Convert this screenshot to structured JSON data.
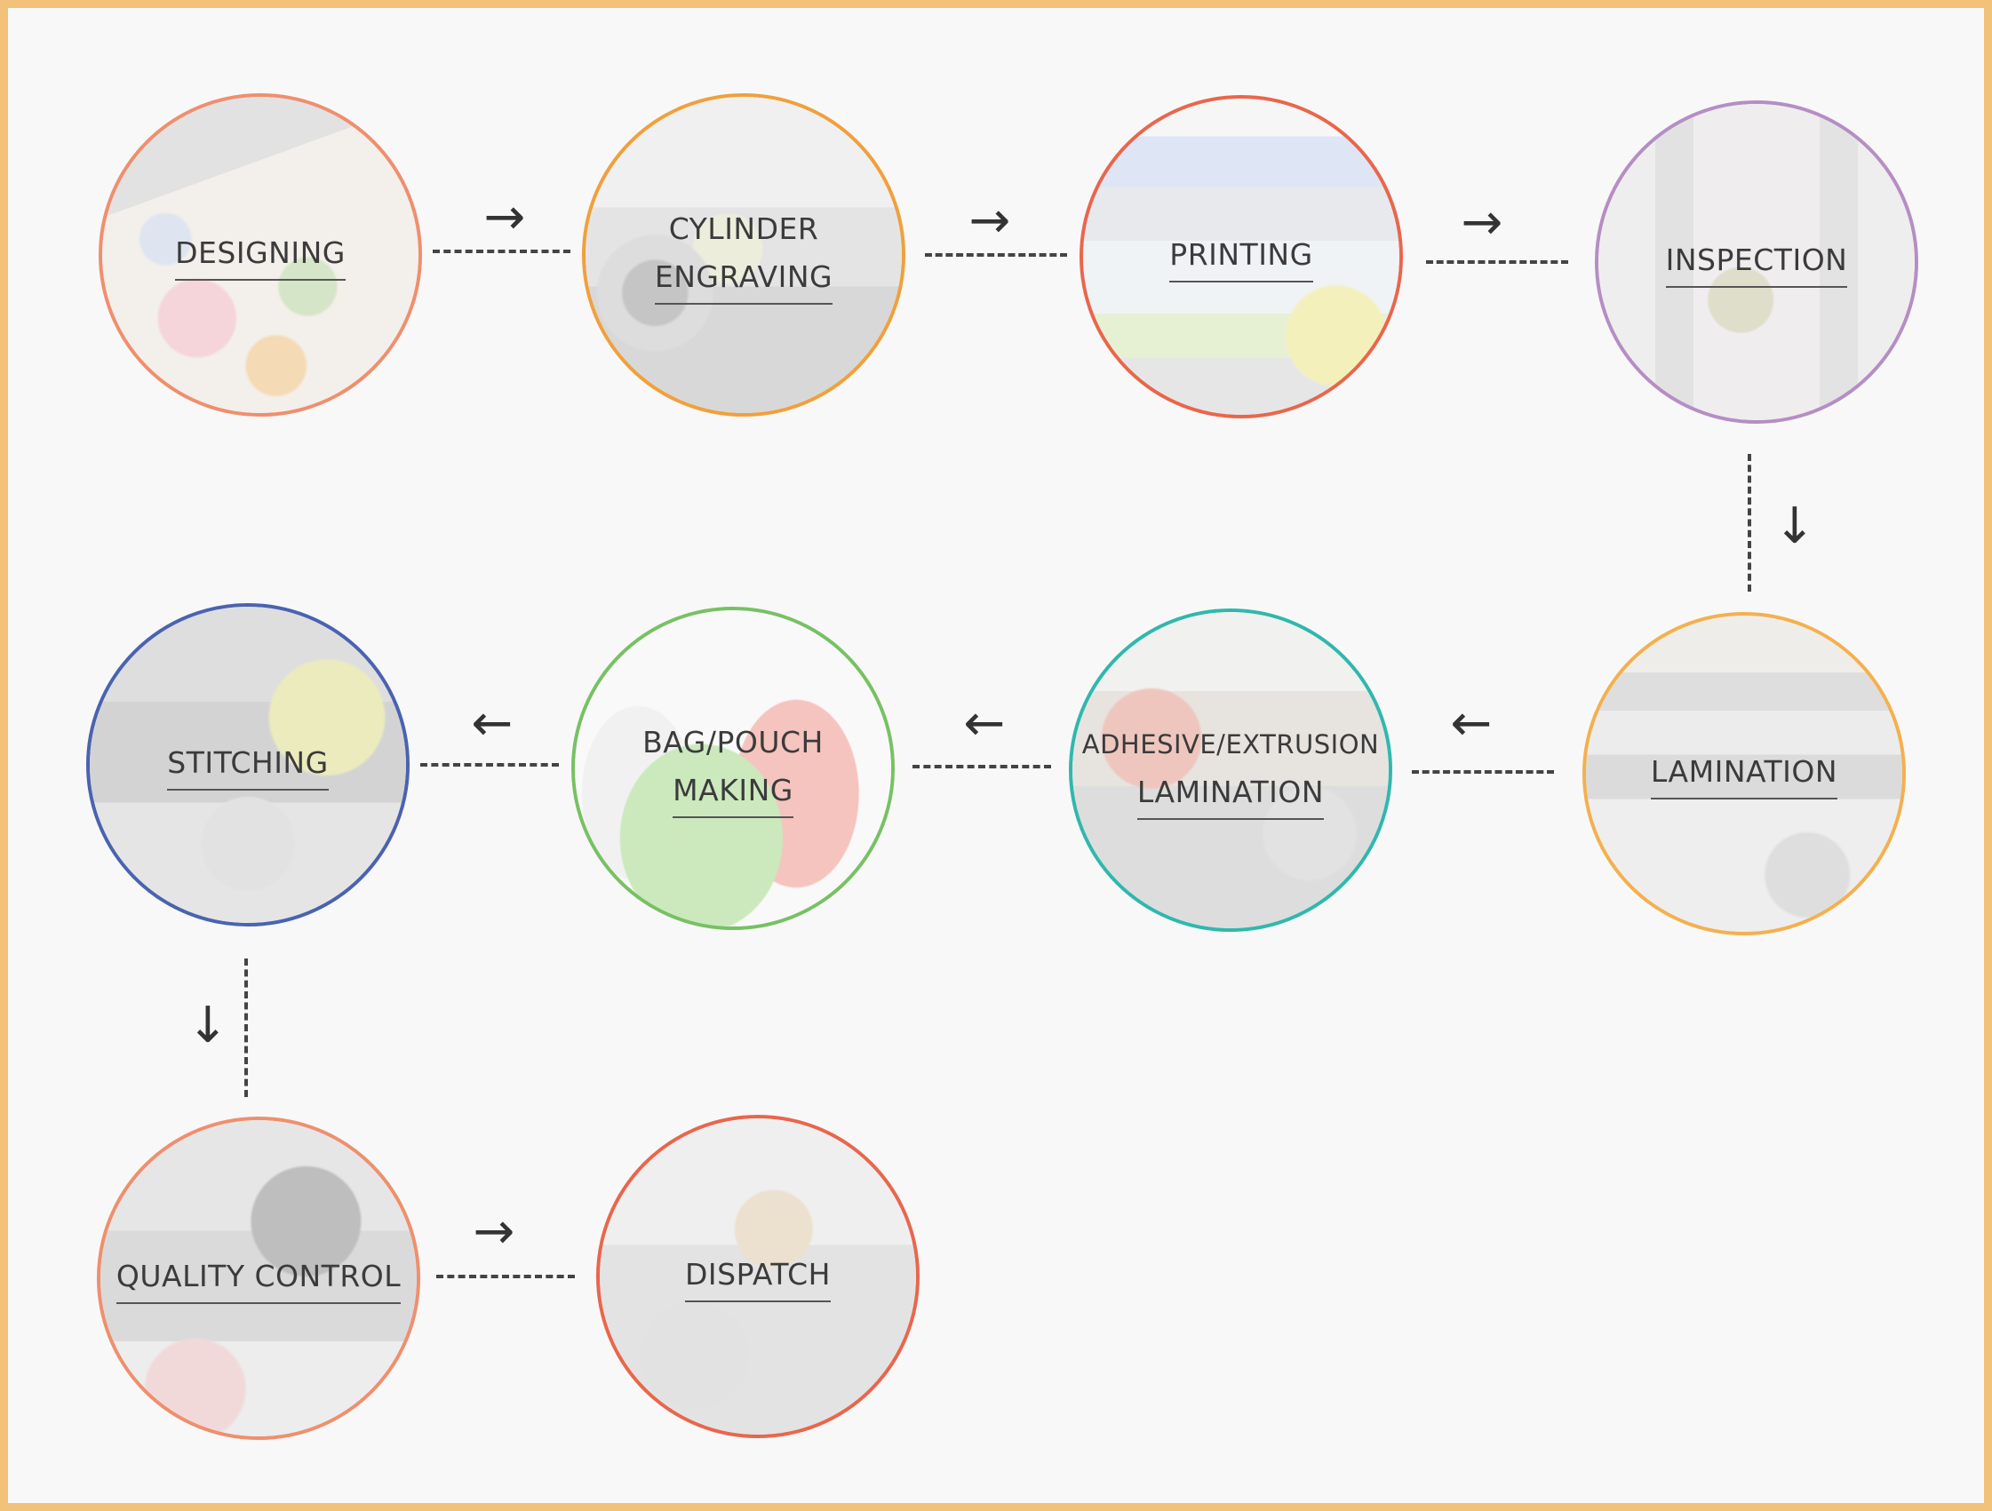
{
  "steps": {
    "designing": {
      "lines": [
        "DESIGNING"
      ],
      "color": "#ef8f6e"
    },
    "cylinder_engraving": {
      "lines": [
        "CYLINDER",
        "ENGRAVING"
      ],
      "color": "#f0a03c"
    },
    "printing": {
      "lines": [
        "PRINTING"
      ],
      "color": "#e9664c"
    },
    "inspection": {
      "lines": [
        "INSPECTION"
      ],
      "color": "#b58ec4"
    },
    "lamination": {
      "lines": [
        "LAMINATION"
      ],
      "color": "#f4b04f"
    },
    "adhesive_lamination": {
      "lines": [
        "ADHESIVE/EXTRUSION",
        "LAMINATION"
      ],
      "color": "#2fb8ad"
    },
    "bag_pouch_making": {
      "lines": [
        "BAG/POUCH",
        "MAKING"
      ],
      "color": "#77c163"
    },
    "stitching": {
      "lines": [
        "STITCHING"
      ],
      "color": "#4a63b0"
    },
    "quality_control": {
      "lines": [
        "QUALITY CONTROL"
      ],
      "color": "#ef8f6e"
    },
    "dispatch": {
      "lines": [
        "DISPATCH"
      ],
      "color": "#e9664c"
    }
  },
  "arrows": {
    "right": "→",
    "left": "←",
    "down": "↓"
  },
  "colors": {
    "frame": "#f3c27a",
    "background": "#f8f8f8",
    "connector": "#444444"
  }
}
